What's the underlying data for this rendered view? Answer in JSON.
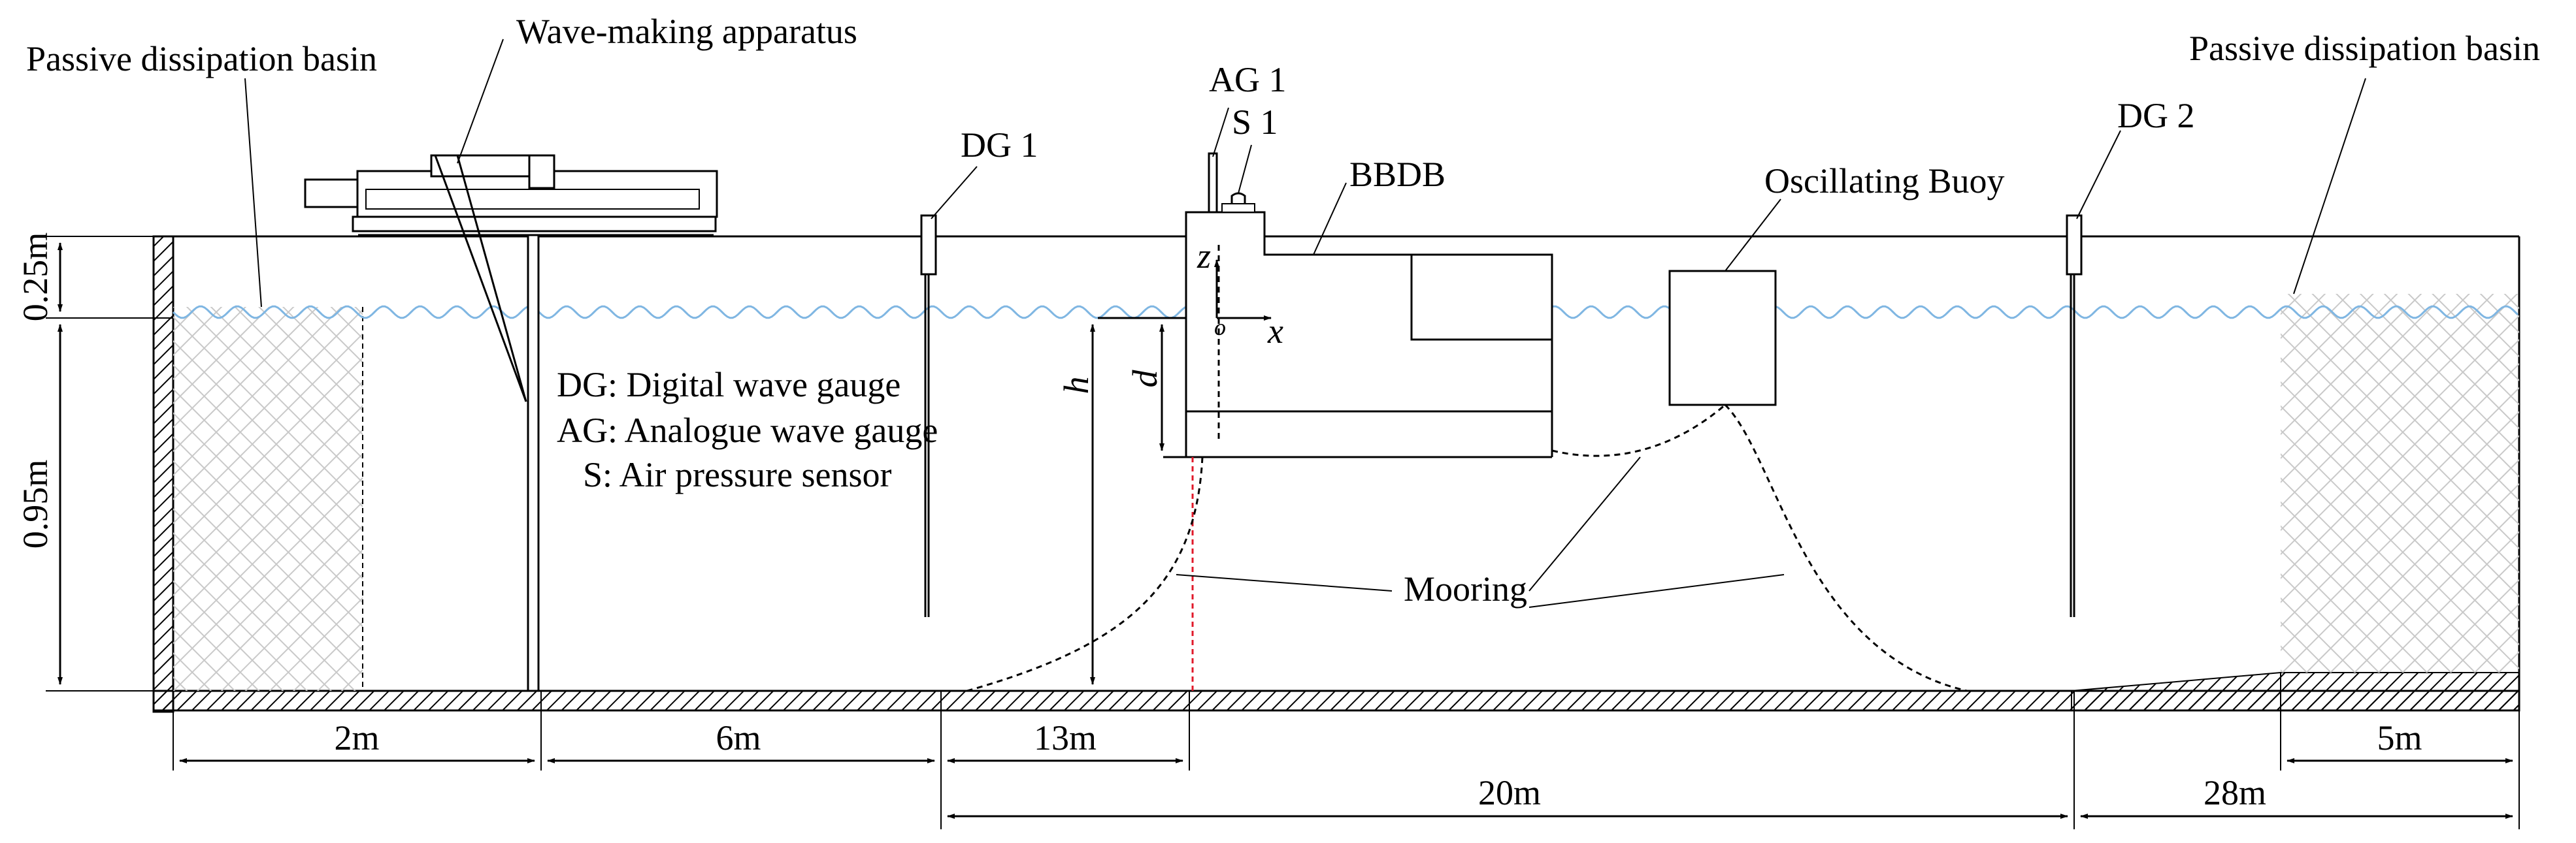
{
  "labels": {
    "passive_basin_left": "Passive dissipation basin",
    "passive_basin_right": "Passive dissipation basin",
    "wave_maker": "Wave-making apparatus",
    "dg1": "DG 1",
    "dg2": "DG 2",
    "ag1": "AG 1",
    "s1": "S 1",
    "bbdb": "BBDB",
    "buoy": "Oscillating Buoy",
    "mooring": "Mooring",
    "legend_dg": "DG: Digital wave gauge",
    "legend_ag": "AG: Analogue wave gauge",
    "legend_s": "S: Air pressure sensor",
    "axis_z": "z",
    "axis_x": "x",
    "axis_o": "o",
    "sym_h": "h",
    "sym_d": "d"
  },
  "dimensions": {
    "freeboard": "0.25m",
    "water_depth": "0.95m",
    "seg_basin": "2m",
    "seg_dg1": "6m",
    "seg_bbdb": "13m",
    "seg_dg2": "20m",
    "seg_end": "28m",
    "seg_basin_right": "5m"
  },
  "colors": {
    "water": "#7fb6e2",
    "sensor_line": "#e0192a",
    "line": "#000000"
  }
}
